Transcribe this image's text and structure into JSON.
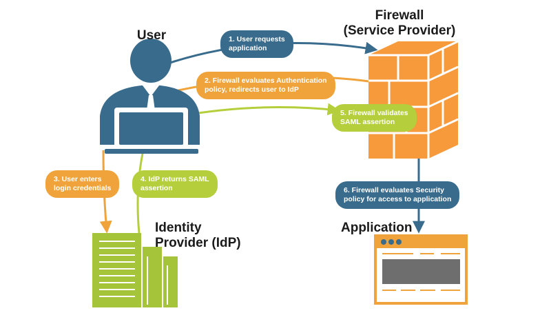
{
  "nodes": {
    "user": {
      "label": "User"
    },
    "firewall": {
      "label_line1": "Firewall",
      "label_line2": "(Service Provider)"
    },
    "idp": {
      "label_line1": "Identity",
      "label_line2": "Provider (IdP)"
    },
    "application": {
      "label": "Application"
    }
  },
  "steps": [
    {
      "text": "1. User requests\napplication",
      "color": "#386b8c"
    },
    {
      "text": "2. Firewall evaluates Authentication\npolicy, redirects user to IdP",
      "color": "#f0a33a"
    },
    {
      "text": "3. User enters\nlogin credentials",
      "color": "#f0a33a"
    },
    {
      "text": "4. IdP returns SAML\nassertion",
      "color": "#b5cf3c"
    },
    {
      "text": "5. Firewall validates\nSAML assertion",
      "color": "#b5cf3c"
    },
    {
      "text": "6. Firewall evaluates Security\npolicy for access to application",
      "color": "#386b8c"
    }
  ],
  "colors": {
    "blue": "#386b8c",
    "orange": "#f0a33a",
    "green": "#b5cf3c",
    "firewall": "#f69a3c",
    "server": "#a6c43a"
  },
  "icons": [
    "user-icon",
    "firewall-icon",
    "server-icon",
    "browser-window-icon"
  ]
}
